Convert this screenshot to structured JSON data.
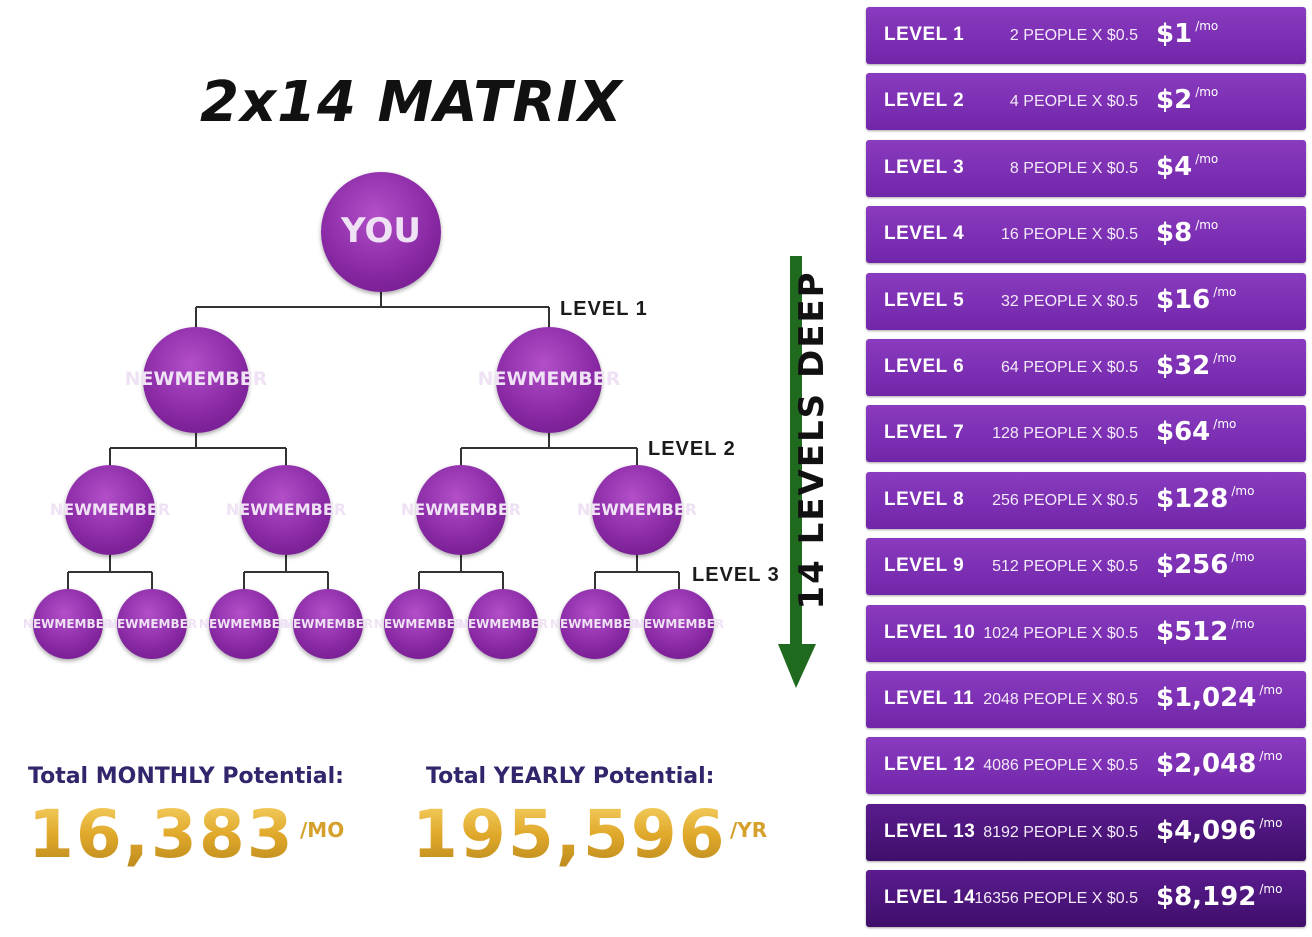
{
  "title": "2x14 MATRIX",
  "root_label": "YOU",
  "member_label_line1": "NEW",
  "member_label_line2": "MEMBER",
  "tree_level_labels": [
    "LEVEL 1",
    "LEVEL 2",
    "LEVEL 3"
  ],
  "depth_label": "14 LEVELS DEEP",
  "levels": [
    {
      "level": "LEVEL 1",
      "people": "2 PEOPLE X $0.5",
      "amount": "$1",
      "unit": "/mo"
    },
    {
      "level": "LEVEL 2",
      "people": "4 PEOPLE X $0.5",
      "amount": "$2",
      "unit": "/mo"
    },
    {
      "level": "LEVEL 3",
      "people": "8 PEOPLE X $0.5",
      "amount": "$4",
      "unit": "/mo"
    },
    {
      "level": "LEVEL 4",
      "people": "16 PEOPLE X $0.5",
      "amount": "$8",
      "unit": "/mo"
    },
    {
      "level": "LEVEL 5",
      "people": "32 PEOPLE X $0.5",
      "amount": "$16",
      "unit": "/mo"
    },
    {
      "level": "LEVEL 6",
      "people": "64 PEOPLE X $0.5",
      "amount": "$32",
      "unit": "/mo"
    },
    {
      "level": "LEVEL 7",
      "people": "128 PEOPLE X $0.5",
      "amount": "$64",
      "unit": "/mo"
    },
    {
      "level": "LEVEL 8",
      "people": "256 PEOPLE X $0.5",
      "amount": "$128",
      "unit": "/mo"
    },
    {
      "level": "LEVEL 9",
      "people": "512 PEOPLE X $0.5",
      "amount": "$256",
      "unit": "/mo"
    },
    {
      "level": "LEVEL 10",
      "people": "1024 PEOPLE X $0.5",
      "amount": "$512",
      "unit": "/mo"
    },
    {
      "level": "LEVEL 11",
      "people": "2048 PEOPLE X $0.5",
      "amount": "$1,024",
      "unit": "/mo"
    },
    {
      "level": "LEVEL 12",
      "people": "4086 PEOPLE X $0.5",
      "amount": "$2,048",
      "unit": "/mo"
    },
    {
      "level": "LEVEL 13",
      "people": "8192 PEOPLE X $0.5",
      "amount": "$4,096",
      "unit": "/mo"
    },
    {
      "level": "LEVEL 14",
      "people": "16356 PEOPLE X $0.5",
      "amount": "$8,192",
      "unit": "/mo"
    }
  ],
  "totals": {
    "monthly_label": "Total MONTHLY Potential:",
    "monthly_value": "16,383",
    "monthly_unit": "/MO",
    "yearly_label": "Total YEARLY  Potential:",
    "yearly_value": "195,596",
    "yearly_unit": "/YR"
  },
  "colors": {
    "panel_purple": "#7b2fb3",
    "panel_dark": "#4a1479",
    "node_purple": "#8a2aa5",
    "arrow_green": "#1f6a1f",
    "gold": "#e0a92b",
    "label_navy": "#33256b"
  }
}
